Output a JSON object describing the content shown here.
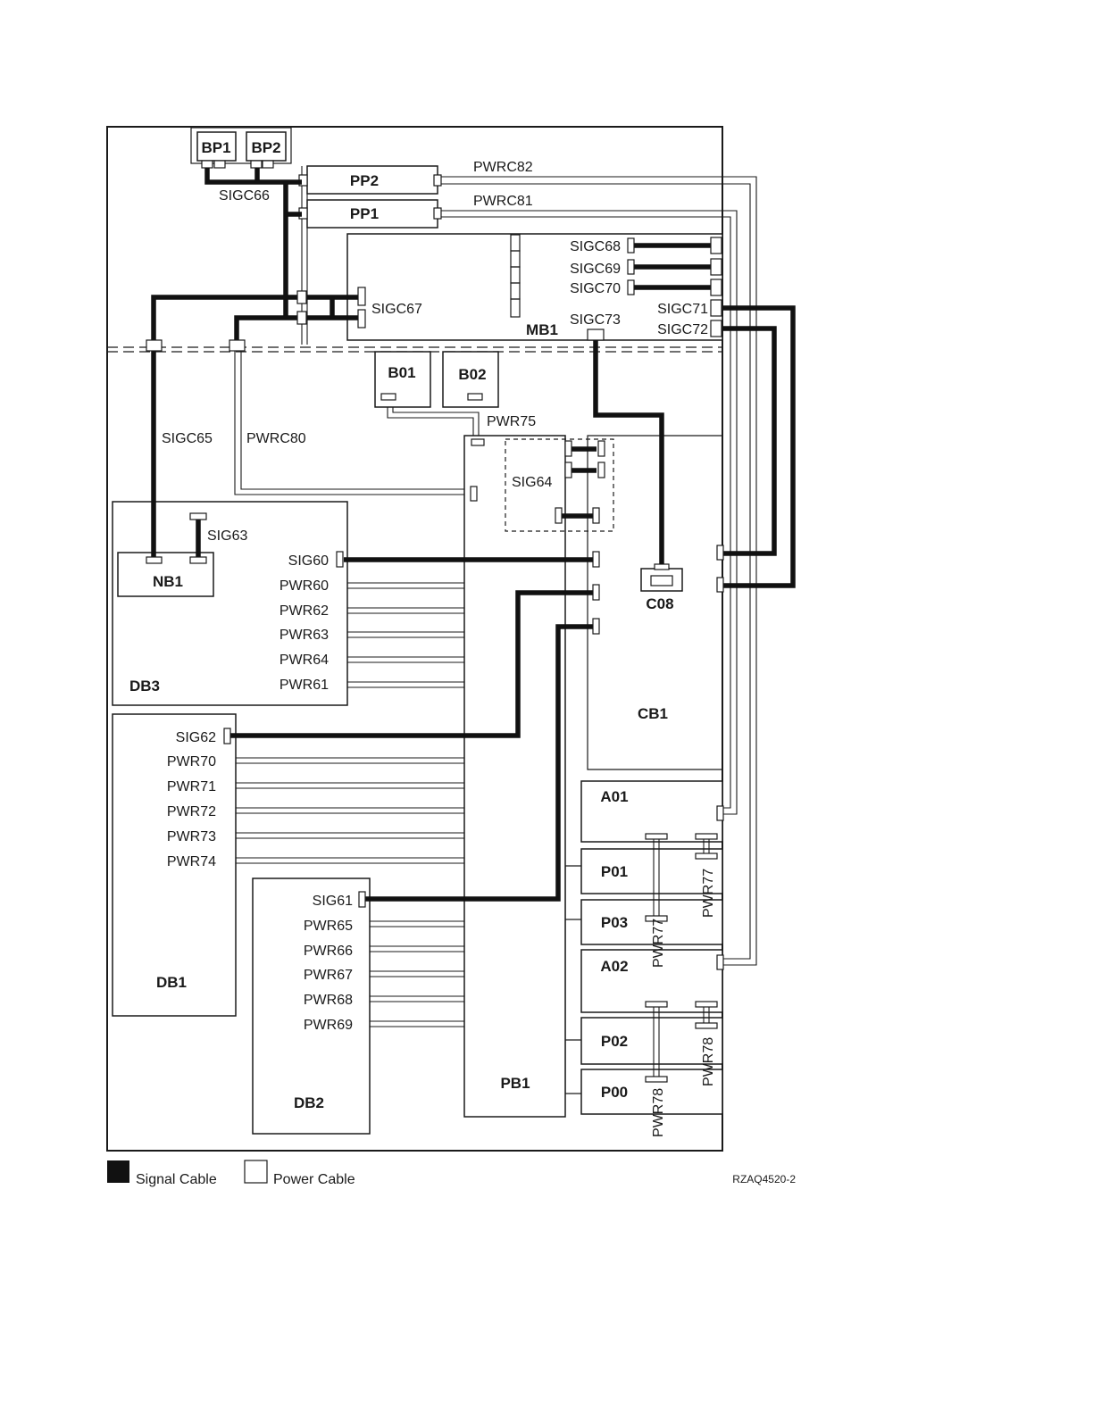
{
  "figure_id": "RZAQ4520-2",
  "legend": {
    "signal_cable": "Signal Cable",
    "power_cable": "Power Cable"
  },
  "components": {
    "BP1": "BP1",
    "BP2": "BP2",
    "PP1": "PP1",
    "PP2": "PP2",
    "MB1": "MB1",
    "B01": "B01",
    "B02": "B02",
    "NB1": "NB1",
    "DB3": "DB3",
    "DB1": "DB1",
    "DB2": "DB2",
    "CB1": "CB1",
    "C08": "C08",
    "PB1": "PB1",
    "A01": "A01",
    "A02": "A02",
    "P00": "P00",
    "P01": "P01",
    "P02": "P02",
    "P03": "P03"
  },
  "cables": {
    "PWRC82": "PWRC82",
    "PWRC81": "PWRC81",
    "PWRC80": "PWRC80",
    "SIGC66": "SIGC66",
    "SIGC67": "SIGC67",
    "SIGC68": "SIGC68",
    "SIGC69": "SIGC69",
    "SIGC70": "SIGC70",
    "SIGC71": "SIGC71",
    "SIGC72": "SIGC72",
    "SIGC73": "SIGC73",
    "SIGC65": "SIGC65",
    "PWR75": "PWR75",
    "SIG64": "SIG64",
    "SIG63": "SIG63",
    "SIG60": "SIG60",
    "SIG62": "SIG62",
    "SIG61": "SIG61",
    "db3_power": [
      "PWR60",
      "PWR62",
      "PWR63",
      "PWR64",
      "PWR61"
    ],
    "db1_power": [
      "PWR70",
      "PWR71",
      "PWR72",
      "PWR73",
      "PWR74"
    ],
    "db2_power": [
      "PWR65",
      "PWR66",
      "PWR67",
      "PWR68",
      "PWR69"
    ],
    "PWR77": "PWR77",
    "PWR78": "PWR78"
  }
}
